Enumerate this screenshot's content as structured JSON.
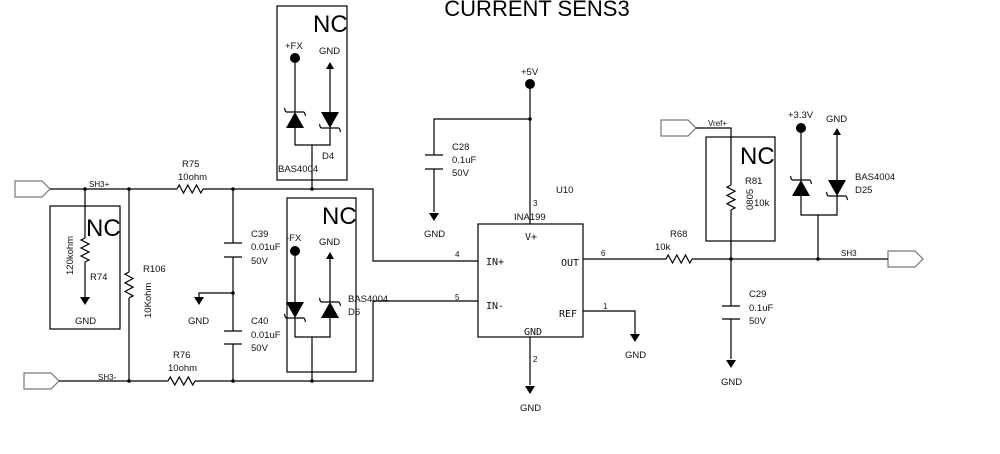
{
  "title": "CURRENT SENS3",
  "nc_label": "NC",
  "ports": {
    "sh3_plus": "SH3+",
    "sh3_minus": "SH3-",
    "sh3": "SH3",
    "vref": "Vref+"
  },
  "power": {
    "fx_plus": "+FX",
    "fx_minus": "-FX",
    "v5": "+5V",
    "v33": "+3.3V",
    "gnd": "GND"
  },
  "components": {
    "R75": {
      "ref": "R75",
      "value": "10ohm"
    },
    "R76": {
      "ref": "R76",
      "value": "10ohm"
    },
    "R74": {
      "ref": "R74",
      "value": "120kohm"
    },
    "R106": {
      "ref": "R106",
      "value": "10Kohm"
    },
    "R68": {
      "ref": "R68",
      "value": "10k"
    },
    "R81": {
      "ref": "R81",
      "package": "0805",
      "value": "10k"
    },
    "C39": {
      "ref": "C39",
      "value": "0.01uF",
      "voltage": "50V"
    },
    "C40": {
      "ref": "C40",
      "value": "0.01uF",
      "voltage": "50V"
    },
    "C28": {
      "ref": "C28",
      "value": "0.1uF",
      "voltage": "50V"
    },
    "C29": {
      "ref": "C29",
      "value": "0.1uF",
      "voltage": "50V"
    },
    "D4": {
      "ref": "D4",
      "part": "BAS4004"
    },
    "D6": {
      "ref": "D6",
      "part": "BAS4004"
    },
    "D25": {
      "ref": "D25",
      "part": "BAS4004"
    },
    "U10": {
      "ref": "U10",
      "part": "INA199",
      "pins": {
        "vplus": "V+",
        "inplus": "IN+",
        "inminus": "IN-",
        "out": "OUT",
        "ref": "REF",
        "gnd": "GND"
      },
      "pin_numbers": {
        "p1": "1",
        "p2": "2",
        "p3": "3",
        "p4": "4",
        "p5": "5",
        "p6": "6"
      }
    }
  }
}
